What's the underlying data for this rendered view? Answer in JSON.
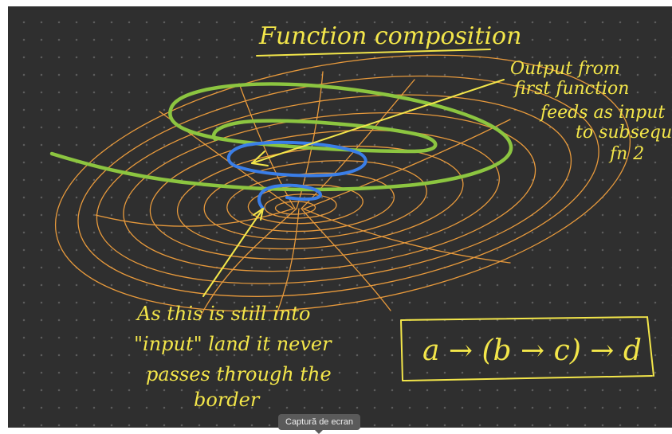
{
  "title": "Function composition",
  "annotations": {
    "output_note": [
      "Output from",
      "first function",
      "feeds as input",
      "to subsequent",
      "fn 2"
    ],
    "input_note": [
      "As this is still into",
      "\"input\" land it never",
      "passes through the",
      "border"
    ],
    "formula": "a → (b → c) → d"
  },
  "tooltip": "Captură de ecran",
  "colors": {
    "background": "#2f2f2f",
    "grid_dot": "#5e5e5e",
    "ink_yellow": "#f3e64a",
    "orange": "#e89a3c",
    "green": "#8cc540",
    "blue": "#3a7ee8"
  }
}
